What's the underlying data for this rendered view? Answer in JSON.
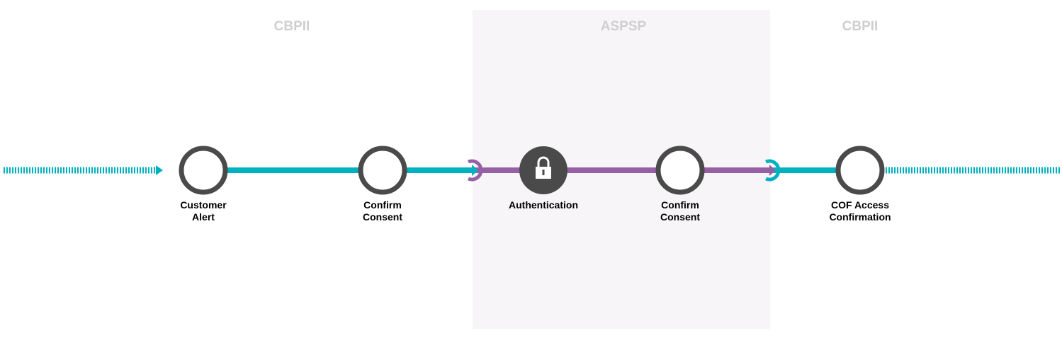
{
  "colors": {
    "cbpii": "#00b2bf",
    "aspsp": "#9561a4",
    "node": "#4a4a4a",
    "panel": "#f7f5f8",
    "zone_label": "#cfcfcf"
  },
  "zones": [
    {
      "label": "CBPII"
    },
    {
      "label": "ASPSP"
    },
    {
      "label": "CBPII"
    }
  ],
  "steps": [
    {
      "line1": "Customer",
      "line2": "Alert",
      "icon": "empty-circle"
    },
    {
      "line1": "Confirm",
      "line2": "Consent",
      "icon": "empty-circle"
    },
    {
      "line1": "Authentication",
      "line2": "",
      "icon": "lock-icon"
    },
    {
      "line1": "Confirm",
      "line2": "Consent",
      "icon": "empty-circle"
    },
    {
      "line1": "COF Access",
      "line2": "Confirmation",
      "icon": "empty-circle"
    }
  ]
}
